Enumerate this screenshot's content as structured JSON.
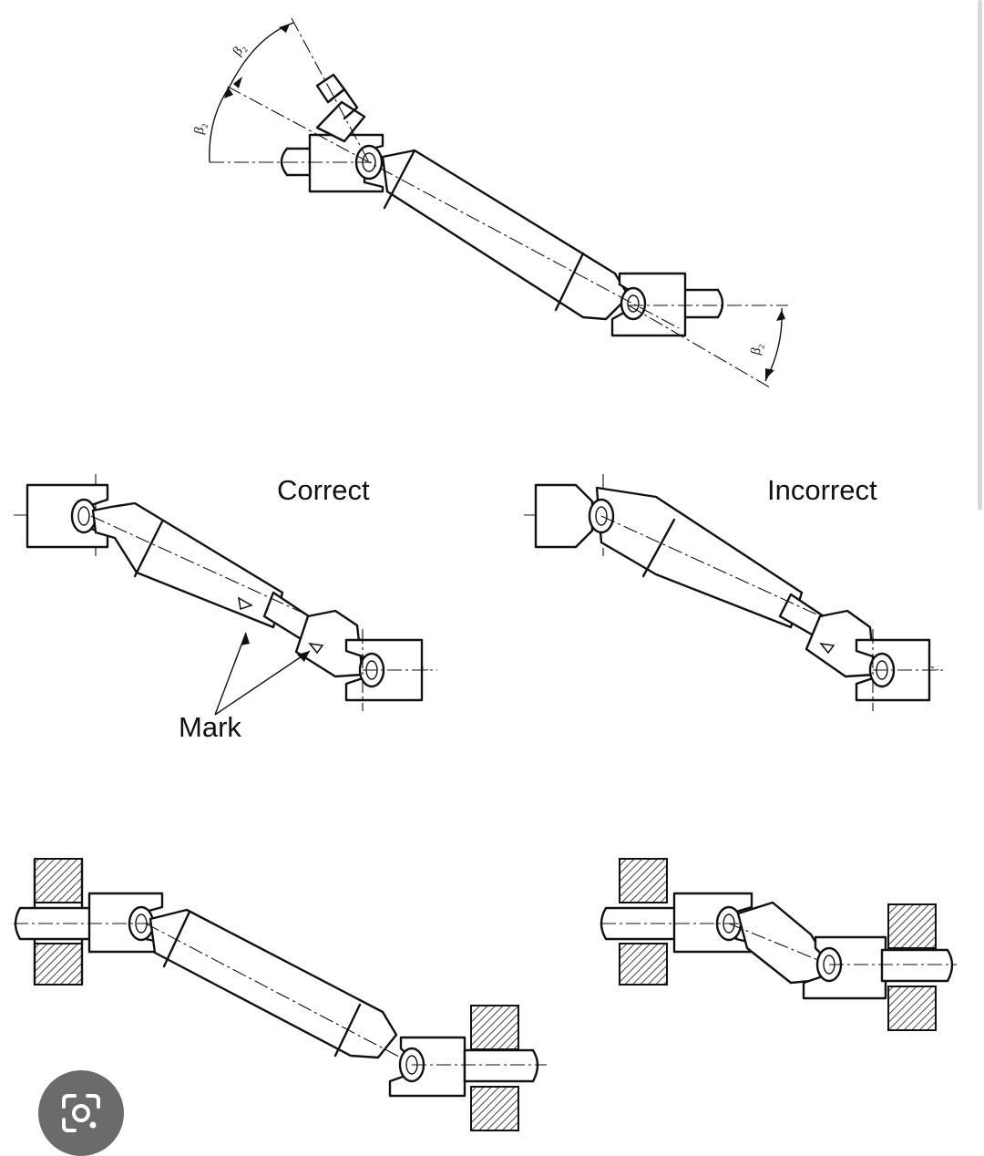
{
  "labels": {
    "correct": "Correct",
    "incorrect": "Incorrect",
    "mark": "Mark"
  },
  "angle_labels": {
    "top_upper": "β₂",
    "top_left": "β₂",
    "right_end": "β₂"
  },
  "icons": {
    "lens": "google-lens-icon"
  },
  "colors": {
    "line": "#111111",
    "background": "#ffffff",
    "lens_button": "#6b6b6b",
    "hatch": "#444444"
  }
}
